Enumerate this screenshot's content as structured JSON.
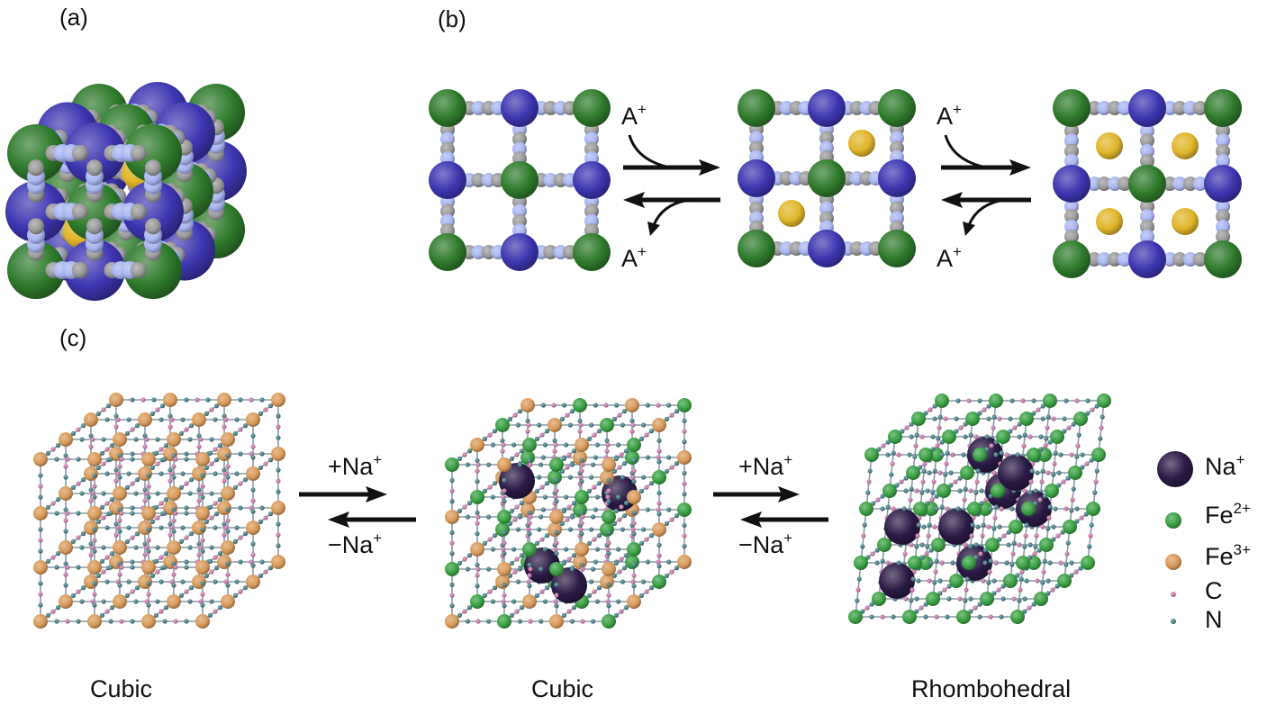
{
  "panels": {
    "a": "(a)",
    "b": "(b)",
    "c": "(c)"
  },
  "panel_b": {
    "ion": "A",
    "ion_charge": "+"
  },
  "panel_c": {
    "insert": "+Na",
    "extract": "−Na",
    "charge": "+",
    "structures": [
      "Cubic",
      "Cubic",
      "Rhombohedral"
    ]
  },
  "legend": [
    {
      "label": "Na",
      "sup": "+",
      "color": "#2a1a45"
    },
    {
      "label": "Fe",
      "sup": "2+",
      "color": "#3aa043"
    },
    {
      "label": "Fe",
      "sup": "3+",
      "color": "#d89a5a"
    },
    {
      "label": "C",
      "sup": "",
      "color": "#c77aa8"
    },
    {
      "label": "N",
      "sup": "",
      "color": "#4a7f86"
    }
  ],
  "colors": {
    "green_metal": "#2f7a2c",
    "blue_metal": "#3d35b0",
    "linker_gray": "#9a9a9a",
    "linker_blue": "#a9b5f0",
    "guest_yellow": "#e0b52a"
  }
}
